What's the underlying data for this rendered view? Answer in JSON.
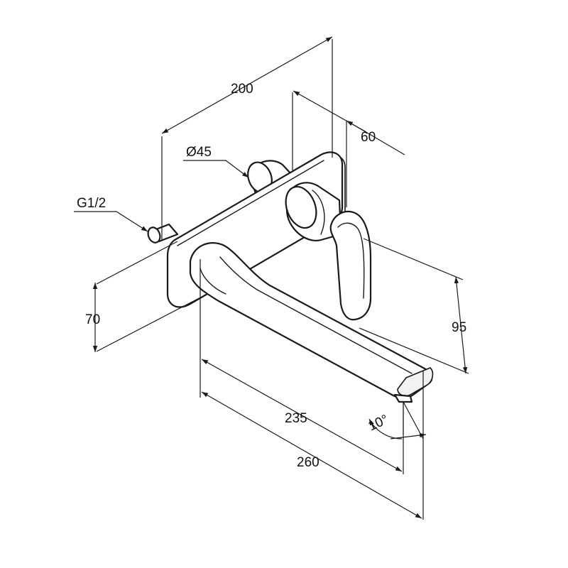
{
  "dimensions": {
    "d200": "200",
    "d60": "60",
    "d45": "Ø45",
    "g12": "G1/2",
    "d70": "70",
    "d95": "95",
    "d235": "235",
    "d260": "260",
    "angle": "10°"
  }
}
